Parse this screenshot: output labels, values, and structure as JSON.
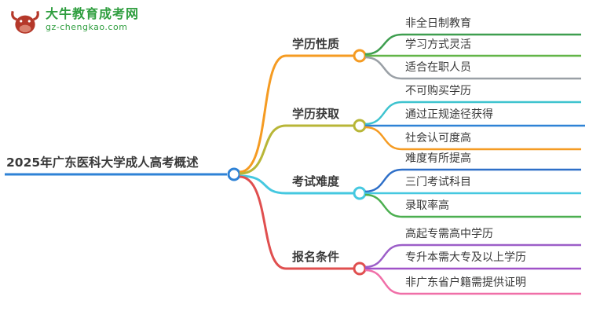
{
  "logo": {
    "title": "大牛教育成考网",
    "subtitle": "gz-chengkao.com",
    "color": "#2f9e3f"
  },
  "root": {
    "label": "2025年广东医科大学成人高考概述",
    "color": "#2e82d6"
  },
  "branches": [
    {
      "label": "学历性质",
      "color": "#f59b22",
      "children": [
        {
          "label": "非全日制教育",
          "color": "#3e9e4f"
        },
        {
          "label": "学习方式灵活",
          "color": "#62b548"
        },
        {
          "label": "适合在职人员",
          "color": "#9aa0a6"
        }
      ]
    },
    {
      "label": "学历获取",
      "color": "#b8b637",
      "children": [
        {
          "label": "不可购买学历",
          "color": "#3ec3cf"
        },
        {
          "label": "通过正规途径获得",
          "color": "#2e82d6"
        },
        {
          "label": "社会认可度高",
          "color": "#f59b22"
        }
      ]
    },
    {
      "label": "考试难度",
      "color": "#45c8e0",
      "children": [
        {
          "label": "难度有所提高",
          "color": "#2e6fc8"
        },
        {
          "label": "三门考试科目",
          "color": "#45c8e0"
        },
        {
          "label": "录取率高",
          "color": "#4caf50"
        }
      ]
    },
    {
      "label": "报名条件",
      "color": "#e04f4f",
      "children": [
        {
          "label": "高起专需高中学历",
          "color": "#9c5ec8"
        },
        {
          "label": "专升本需大专及以上学历",
          "color": "#a052c8"
        },
        {
          "label": "非广东省户籍需提供证明",
          "color": "#f06fa8"
        }
      ]
    }
  ]
}
